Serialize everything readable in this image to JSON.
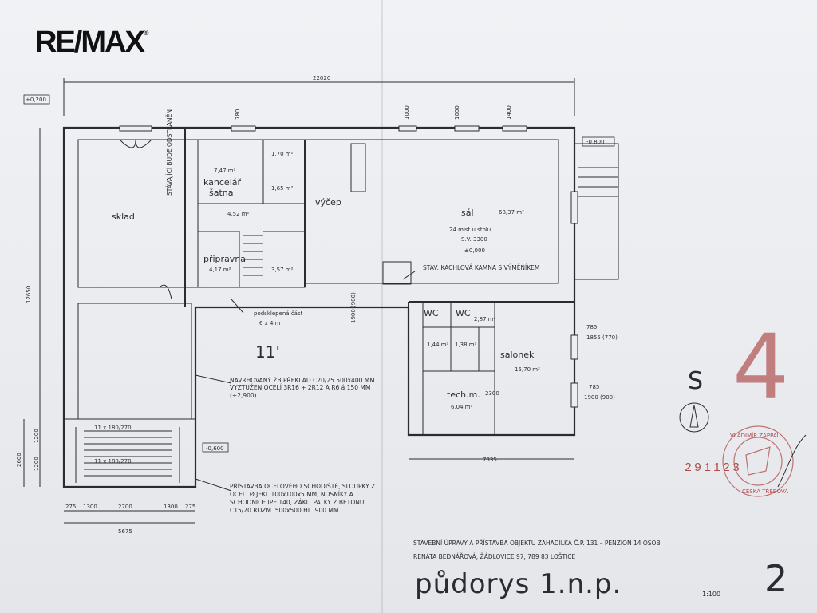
{
  "brand": {
    "logo_text": "RE/MAX",
    "trademark": "®"
  },
  "rooms": {
    "sklad": "sklad",
    "kancelar": "kancelář",
    "satna": "šatna",
    "kancelar_area": "7,47 m²",
    "vycep": "výčep",
    "vycep_area": "4,52 m²",
    "sal": "sál",
    "sal_area": "68,37 m²",
    "sal_note": "24 míst u stolu",
    "pripravna": "připravna",
    "pripravna_area": "4,17 m²",
    "salonek": "salonek",
    "salonek_area": "15,70 m²",
    "techm": "tech.m.",
    "techm_area": "6,04 m²",
    "podskelepena": "podsklepená část",
    "podskelepena_size": "6 x 4 m",
    "wc1": "WC",
    "wc2": "WC",
    "wc_area1": "1,44 m²",
    "wc_area2": "1,38 m²",
    "m_area": "2,87 m²",
    "misc_area": "3,57 m²",
    "small_area": "1,70 m²",
    "small_area2": "1,65 m²"
  },
  "dimensions": {
    "top_total": "22020",
    "left_total": "12650",
    "bottom_total": "5675",
    "bottom_segments": [
      "275",
      "1300",
      "2700",
      "1300",
      "275"
    ],
    "right_bottom": "7335",
    "stairs_left": "2600",
    "stairs_a": "1200",
    "stairs_b": "1200",
    "level_top": "+0,200",
    "level_right": "-0,800",
    "level_stair": "-0,600",
    "level_sal": "±0,000",
    "sv_height": "S.V. 3300",
    "win_785a": "785",
    "win_1855": "1855 (770)",
    "win_785b": "785",
    "win_1900": "1900 (900)",
    "win_1900b": "1900 (900)",
    "top_win_1": "1000",
    "top_win_2": "1000",
    "top_win_3": "1400",
    "top_win_4": "780",
    "stairs_run1": "11 x 180/270",
    "stairs_run2": "11 x 180/270",
    "wall_label": "11'",
    "sal_tech": "2300"
  },
  "notes": {
    "kamna": "STAV. KACHLOVÁ KAMNA S VÝMĚNÍKEM",
    "stavajici": "STÁVAJÍCÍ BUDE ODSTRANĚN",
    "preklad": "NAVRHOVANÝ ŽB PŘEKLAD C20/25 500x400 MM VYZTUŽEN OCELÍ 3R16 + 2R12 A R6 á 150 MM (+2,900)",
    "pristavba": "PŘÍSTAVBA OCELOVÉHO SCHODIŠTĚ, SLOUPKY Z OCEL. Ø JEKL 100x100x5 MM, NOSNÍKY A SCHODNICE IPE 140, ZÁKL. PATKY Z BETONU C15/20 ROZM. 500x500 HL. 900 MM"
  },
  "project": {
    "line1": "STAVEBNÍ ÚPRAVY A PŘÍSTAVBA OBJEKTU ZAHADILKA Č.P. 131 – PENZION 14 OSOB",
    "line2": "RENÁTA BEDNÁŘOVÁ, ŽÁDLOVICE 97, 789 83 LOŠTICE",
    "title": "půdorys 1.n.p.",
    "scale": "1:100",
    "sheet_no": "2"
  },
  "stamp": {
    "big_number": "4",
    "north_letter": "S",
    "ref_number": "291123",
    "seal_name": "VLADIMÍR ZAPPAL",
    "seal_city": "ČESKÁ TŘEBOVÁ"
  },
  "colors": {
    "ink": "#2a2c33",
    "stamp_red": "#b24a4a",
    "paper": "#eceef2"
  }
}
